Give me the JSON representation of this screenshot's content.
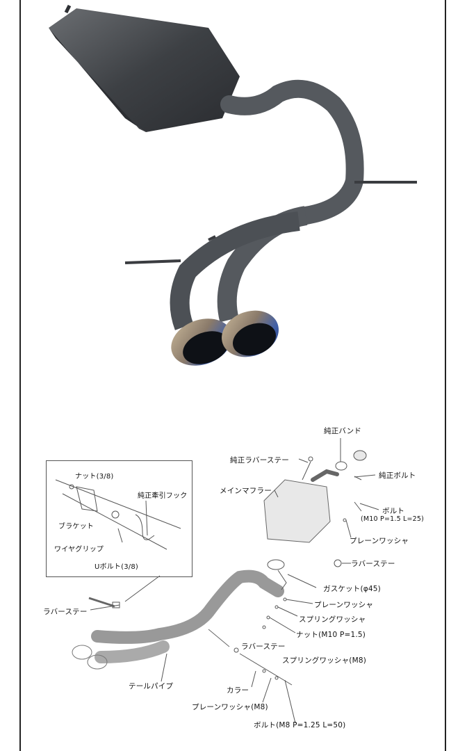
{
  "diagram": {
    "labels": {
      "genuine_band": "純正バンド",
      "genuine_rubber_stay": "純正ラバーステー",
      "genuine_bolt": "純正ボルト",
      "main_muffler": "メインマフラー",
      "bolt_m10": "ボルト",
      "bolt_m10_spec": "(M10 P=1.5 L=25)",
      "plain_washer_1": "プレーンワッシャ",
      "rubber_stay_1": "ラバーステー",
      "gasket": "ガスケット(φ45)",
      "plain_washer_2": "プレーンワッシャ",
      "spring_washer_1": "スプリングワッシャ",
      "nut_m10": "ナット(M10 P=1.5)",
      "rubber_stay_2": "ラバーステー",
      "spring_washer_m8": "スプリングワッシャ(M8)",
      "rubber_stay_left": "ラバーステー",
      "tail_pipe": "テールパイプ",
      "collar": "カラー",
      "plain_washer_m8": "プレーンワッシャ(M8)",
      "bolt_m8": "ボルト(M8 P=1.25 L=50)"
    },
    "inset_labels": {
      "nut": "ナット(3/8)",
      "tow_hook": "純正牽引フック",
      "bracket": "ブラケット",
      "wire_grip": "ワイヤグリップ",
      "u_bolt": "Uボルト(3/8)"
    }
  }
}
